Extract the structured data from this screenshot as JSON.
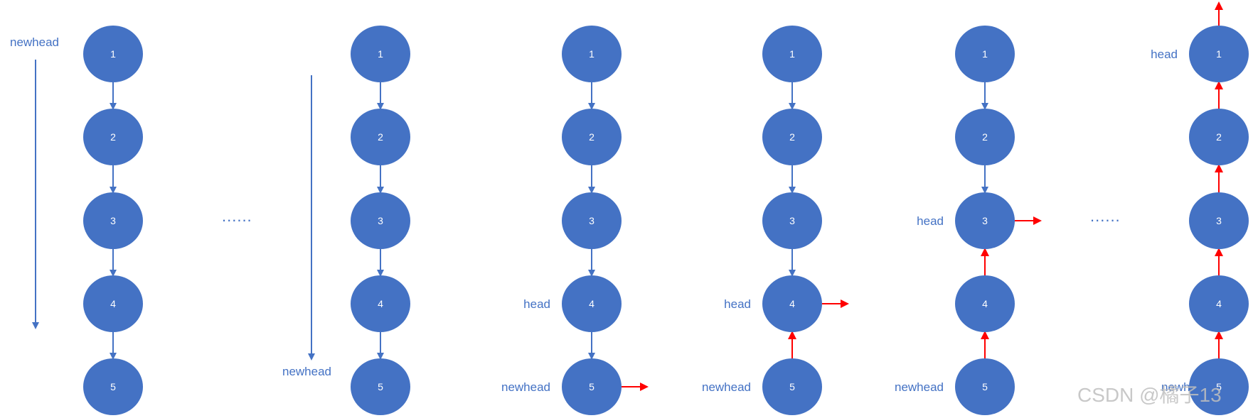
{
  "colors": {
    "node_fill": "#4472c4",
    "link_blue": "#4472c4",
    "link_red": "#ff0000",
    "label_text": "#4472c4",
    "watermark": "#bfbfbf"
  },
  "node_values": [
    "1",
    "2",
    "3",
    "4",
    "5"
  ],
  "ellipsis": "......",
  "watermark": "CSDN @橘子13",
  "panels": [
    {
      "id": "p1",
      "blue_links": [
        [
          1,
          2
        ],
        [
          2,
          3
        ],
        [
          3,
          4
        ],
        [
          4,
          5
        ]
      ],
      "red_links": [],
      "side_arrow": null,
      "labels": [
        {
          "text": "newhead",
          "node": 1,
          "place": "upper-left"
        }
      ],
      "long_arrow": "p1"
    },
    {
      "id": "p2",
      "blue_links": [
        [
          1,
          2
        ],
        [
          2,
          3
        ],
        [
          3,
          4
        ],
        [
          4,
          5
        ]
      ],
      "red_links": [],
      "side_arrow": null,
      "labels": [
        {
          "text": "newhead",
          "node": 5,
          "place": "left-above"
        }
      ],
      "long_arrow": "p2"
    },
    {
      "id": "p3",
      "blue_links": [
        [
          1,
          2
        ],
        [
          2,
          3
        ],
        [
          3,
          4
        ],
        [
          4,
          5
        ]
      ],
      "red_links": [],
      "side_arrow": 5,
      "labels": [
        {
          "text": "head",
          "node": 4,
          "place": "left"
        },
        {
          "text": "newhead",
          "node": 5,
          "place": "left"
        }
      ],
      "long_arrow": null
    },
    {
      "id": "p4",
      "blue_links": [
        [
          1,
          2
        ],
        [
          2,
          3
        ],
        [
          3,
          4
        ]
      ],
      "red_links": [
        [
          5,
          4
        ]
      ],
      "side_arrow": 4,
      "labels": [
        {
          "text": "head",
          "node": 4,
          "place": "left"
        },
        {
          "text": "newhead",
          "node": 5,
          "place": "left"
        }
      ],
      "long_arrow": null
    },
    {
      "id": "p5",
      "blue_links": [
        [
          1,
          2
        ],
        [
          2,
          3
        ]
      ],
      "red_links": [
        [
          5,
          4
        ],
        [
          4,
          3
        ]
      ],
      "side_arrow": 3,
      "labels": [
        {
          "text": "head",
          "node": 3,
          "place": "left"
        },
        {
          "text": "newhead",
          "node": 5,
          "place": "left"
        }
      ],
      "long_arrow": null
    },
    {
      "id": "p6",
      "blue_links": [],
      "red_links": [
        [
          5,
          4
        ],
        [
          4,
          3
        ],
        [
          3,
          2
        ],
        [
          2,
          1
        ]
      ],
      "side_arrow": null,
      "top_arrow": true,
      "labels": [
        {
          "text": "head",
          "node": 1,
          "place": "left"
        },
        {
          "text": "newhead",
          "node": 5,
          "place": "left-overlap"
        }
      ],
      "long_arrow": null
    }
  ]
}
